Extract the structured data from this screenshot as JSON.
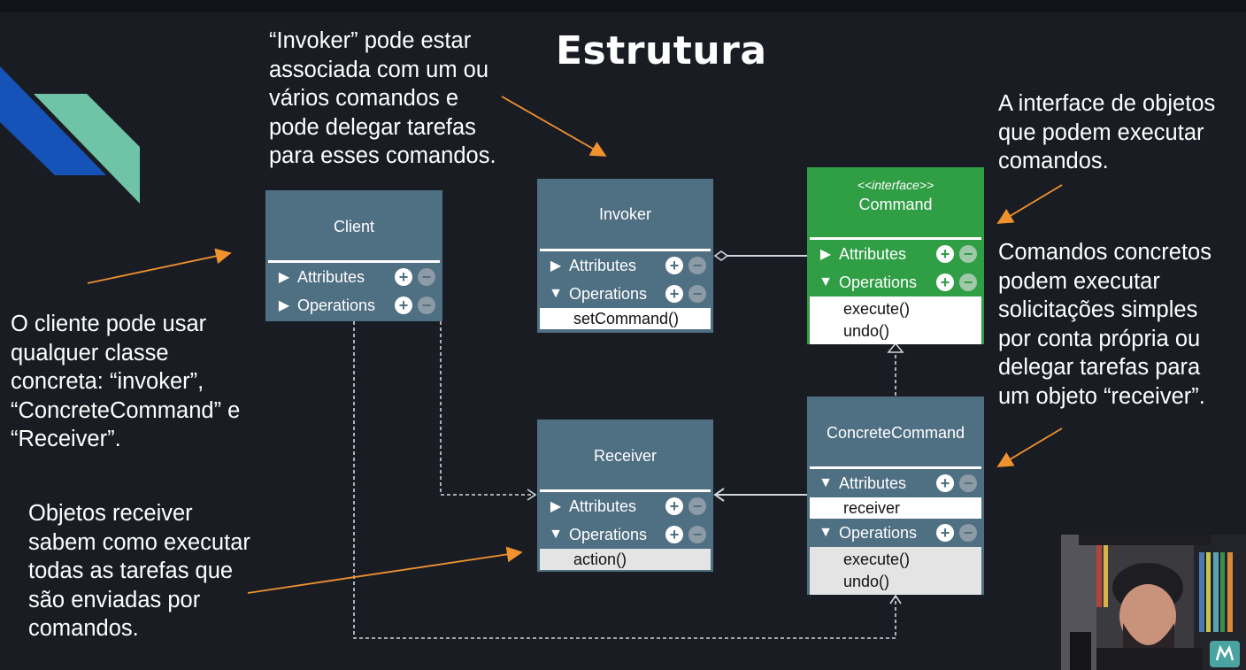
{
  "title": "Estrutura",
  "notes": {
    "invoker": "“Invoker” pode estar\nassociada com um ou\nvários comandos e\npode delegar tarefas\npara esses comandos.",
    "interface": "A interface de objetos\nque podem executar\ncomandos.",
    "concrete": "Comandos concretos\npodem executar\nsolicitações simples\npor conta própria ou\ndelegar tarefas para\num objeto “receiver”.",
    "client": "O cliente pode usar\nqualquer classe\nconcreta: “invoker”,\n“ConcreteCommand” e\n“Receiver”.",
    "receiver": "Objetos receiver\nsabem como executar\ntodas as tarefas que\nsão enviadas por\ncomandos."
  },
  "classes": {
    "client": {
      "name": "Client",
      "attributes": "Attributes",
      "operations": "Operations"
    },
    "invoker": {
      "name": "Invoker",
      "attributes": "Attributes",
      "operations": "Operations",
      "methods": [
        "setCommand()"
      ]
    },
    "command": {
      "stereotype": "<<interface>>",
      "name": "Command",
      "attributes": "Attributes",
      "operations": "Operations",
      "methods": [
        "execute()",
        "undo()"
      ]
    },
    "receiver": {
      "name": "Receiver",
      "attributes": "Attributes",
      "operations": "Operations",
      "methods": [
        "action()"
      ]
    },
    "concrete": {
      "name": "ConcreteCommand",
      "attributes": "Attributes",
      "attribute_items": [
        "receiver"
      ],
      "operations": "Operations",
      "methods": [
        "execute()",
        "undo()"
      ]
    }
  },
  "glyphs": {
    "plus": "+",
    "minus": "−",
    "collapsed": "▶",
    "expanded": "▼"
  },
  "colors": {
    "background": "#1a1c24",
    "class_box": "#4f6f82",
    "interface_box": "#2f9e44",
    "arrow_annotation": "#f0922e"
  }
}
